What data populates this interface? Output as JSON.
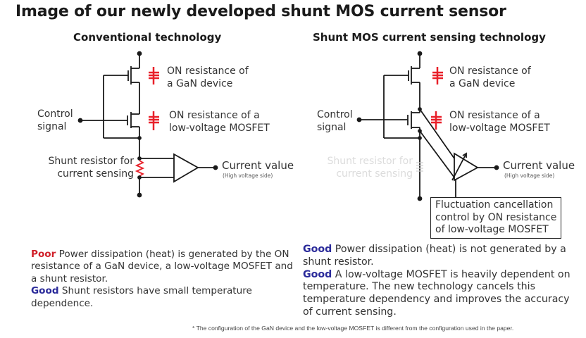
{
  "title": "Image of our newly developed  shunt MOS current sensor",
  "left": {
    "subtitle": "Conventional technology",
    "gan_label": [
      "ON resistance of",
      "a GaN device"
    ],
    "mosfet_label": [
      "ON resistance of a",
      "low-voltage MOSFET"
    ],
    "control_label": [
      "Control",
      "signal"
    ],
    "shunt_label": [
      "Shunt resistor for",
      "current sensing"
    ],
    "output_label": "Current value",
    "output_sublabel": "(High voltage side)",
    "description": {
      "poor_tag": "Poor",
      "poor_text": " Power dissipation (heat) is generated by the ON resistance of a GaN device, a low-voltage MOSFET and a shunt resistor.",
      "good_tag": "Good",
      "good_text": " Shunt resistors have small temperature dependence."
    }
  },
  "right": {
    "subtitle": "Shunt MOS current sensing technology",
    "gan_label": [
      "ON resistance of",
      "a GaN device"
    ],
    "mosfet_label": [
      "ON resistance of a",
      "low-voltage MOSFET"
    ],
    "control_label": [
      "Control",
      "signal"
    ],
    "shunt_label_faded": [
      "Shunt resistor for",
      "current sensing"
    ],
    "output_label": "Current value",
    "output_sublabel": "(High voltage side)",
    "box_label": [
      "Fluctuation cancellation",
      "control by ON resistance",
      "of low-voltage MOSFET"
    ],
    "description": {
      "good1_tag": "Good",
      "good1_text": " Power dissipation (heat) is not generated by a shunt resistor.",
      "good2_tag": "Good",
      "good2_text": " A low-voltage MOSFET is heavily dependent on temperature. The new technology cancels this temperature dependency and improves the accuracy of current sensing."
    }
  },
  "footnote": "* The configuration of the GaN device and the low-voltage MOSFET is different from the configuration used in the paper.",
  "colors": {
    "resistance_red": "#e8202a",
    "poor": "#d0202a",
    "good": "#2a2a9a",
    "wire": "#1a1a1a"
  }
}
